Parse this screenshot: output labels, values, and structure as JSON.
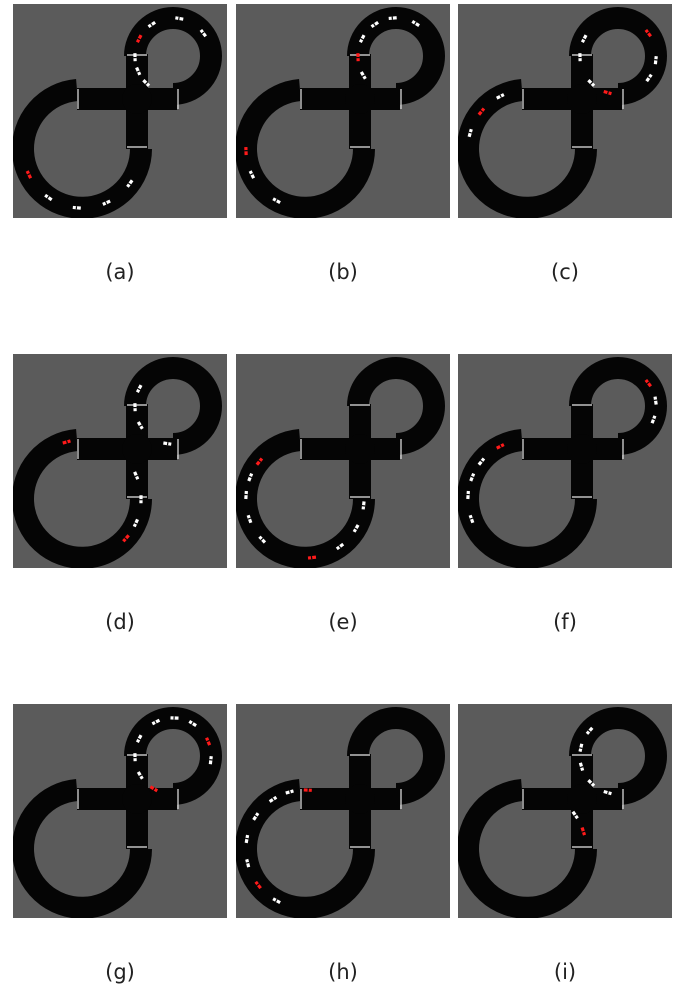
{
  "colors": {
    "background": "#5b5b5b",
    "road": "#050505",
    "car": "#ffffff",
    "ego_car": "#ff1a1a",
    "lane_mark": "#e8e8e8"
  },
  "panels": [
    {
      "id": "a",
      "caption": "(a)",
      "cars": [
        {
          "t": 0.21,
          "red": true
        },
        {
          "t": 0.26
        },
        {
          "t": 0.31
        },
        {
          "t": 0.36
        },
        {
          "t": 0.41
        },
        {
          "t": 0.7,
          "red": true
        },
        {
          "t": 0.6
        },
        {
          "t": 0.63
        },
        {
          "t": 0.66
        },
        {
          "t": 0.74
        },
        {
          "t": 0.8
        },
        {
          "t": 0.86
        }
      ]
    },
    {
      "id": "b",
      "caption": "(b)",
      "cars": [
        {
          "t": 0.17,
          "red": true
        },
        {
          "t": 0.21
        },
        {
          "t": 0.27
        },
        {
          "t": 0.62
        },
        {
          "t": 0.66,
          "red": true
        },
        {
          "t": 0.7
        },
        {
          "t": 0.74
        },
        {
          "t": 0.78
        },
        {
          "t": 0.83
        }
      ]
    },
    {
      "id": "c",
      "caption": "(c)",
      "cars": [
        {
          "t": 0.06
        },
        {
          "t": 0.1,
          "red": true
        },
        {
          "t": 0.14
        },
        {
          "t": 0.56,
          "red": true
        },
        {
          "t": 0.6
        },
        {
          "t": 0.66
        },
        {
          "t": 0.7
        },
        {
          "t": 0.86,
          "red": true
        },
        {
          "t": 0.92
        },
        {
          "t": 0.96
        }
      ]
    },
    {
      "id": "d",
      "caption": "(d)",
      "cars": [
        {
          "t": 0.04,
          "red": true
        },
        {
          "t": 0.4,
          "red": true
        },
        {
          "t": 0.43
        },
        {
          "t": 0.47
        },
        {
          "t": 0.51
        },
        {
          "t": 0.55
        },
        {
          "t": 0.62
        },
        {
          "t": 0.66
        },
        {
          "t": 0.7
        }
      ]
    },
    {
      "id": "e",
      "caption": "(e)",
      "cars": [
        {
          "t": 0.1,
          "red": true
        },
        {
          "t": 0.13
        },
        {
          "t": 0.16
        },
        {
          "t": 0.2
        },
        {
          "t": 0.24
        },
        {
          "t": 0.33,
          "red": true
        },
        {
          "t": 0.38
        },
        {
          "t": 0.42
        },
        {
          "t": 0.46
        }
      ]
    },
    {
      "id": "f",
      "caption": "(f)",
      "cars": [
        {
          "t": 0.06,
          "red": true
        },
        {
          "t": 0.1
        },
        {
          "t": 0.13
        },
        {
          "t": 0.16
        },
        {
          "t": 0.2
        },
        {
          "t": 0.86,
          "red": true
        },
        {
          "t": 0.9
        },
        {
          "t": 0.94
        }
      ]
    },
    {
      "id": "g",
      "caption": "(g)",
      "cars": [
        {
          "t": 0.58,
          "red": true
        },
        {
          "t": 0.62
        },
        {
          "t": 0.66
        },
        {
          "t": 0.7
        },
        {
          "t": 0.75
        },
        {
          "t": 0.79
        },
        {
          "t": 0.83
        },
        {
          "t": 0.88,
          "red": true
        },
        {
          "t": 0.92
        }
      ]
    },
    {
      "id": "h",
      "caption": "(h)",
      "cars": [
        {
          "t": 0.01,
          "red": true
        },
        {
          "t": 0.04
        },
        {
          "t": 0.07
        },
        {
          "t": 0.11
        },
        {
          "t": 0.15
        },
        {
          "t": 0.19
        },
        {
          "t": 0.23,
          "red": true
        },
        {
          "t": 0.27
        }
      ]
    },
    {
      "id": "i",
      "caption": "(i)",
      "cars": [
        {
          "t": 0.5,
          "red": true
        },
        {
          "t": 0.53
        },
        {
          "t": 0.56
        },
        {
          "t": 0.6
        },
        {
          "t": 0.64
        },
        {
          "t": 0.68
        },
        {
          "t": 0.72
        }
      ]
    }
  ]
}
